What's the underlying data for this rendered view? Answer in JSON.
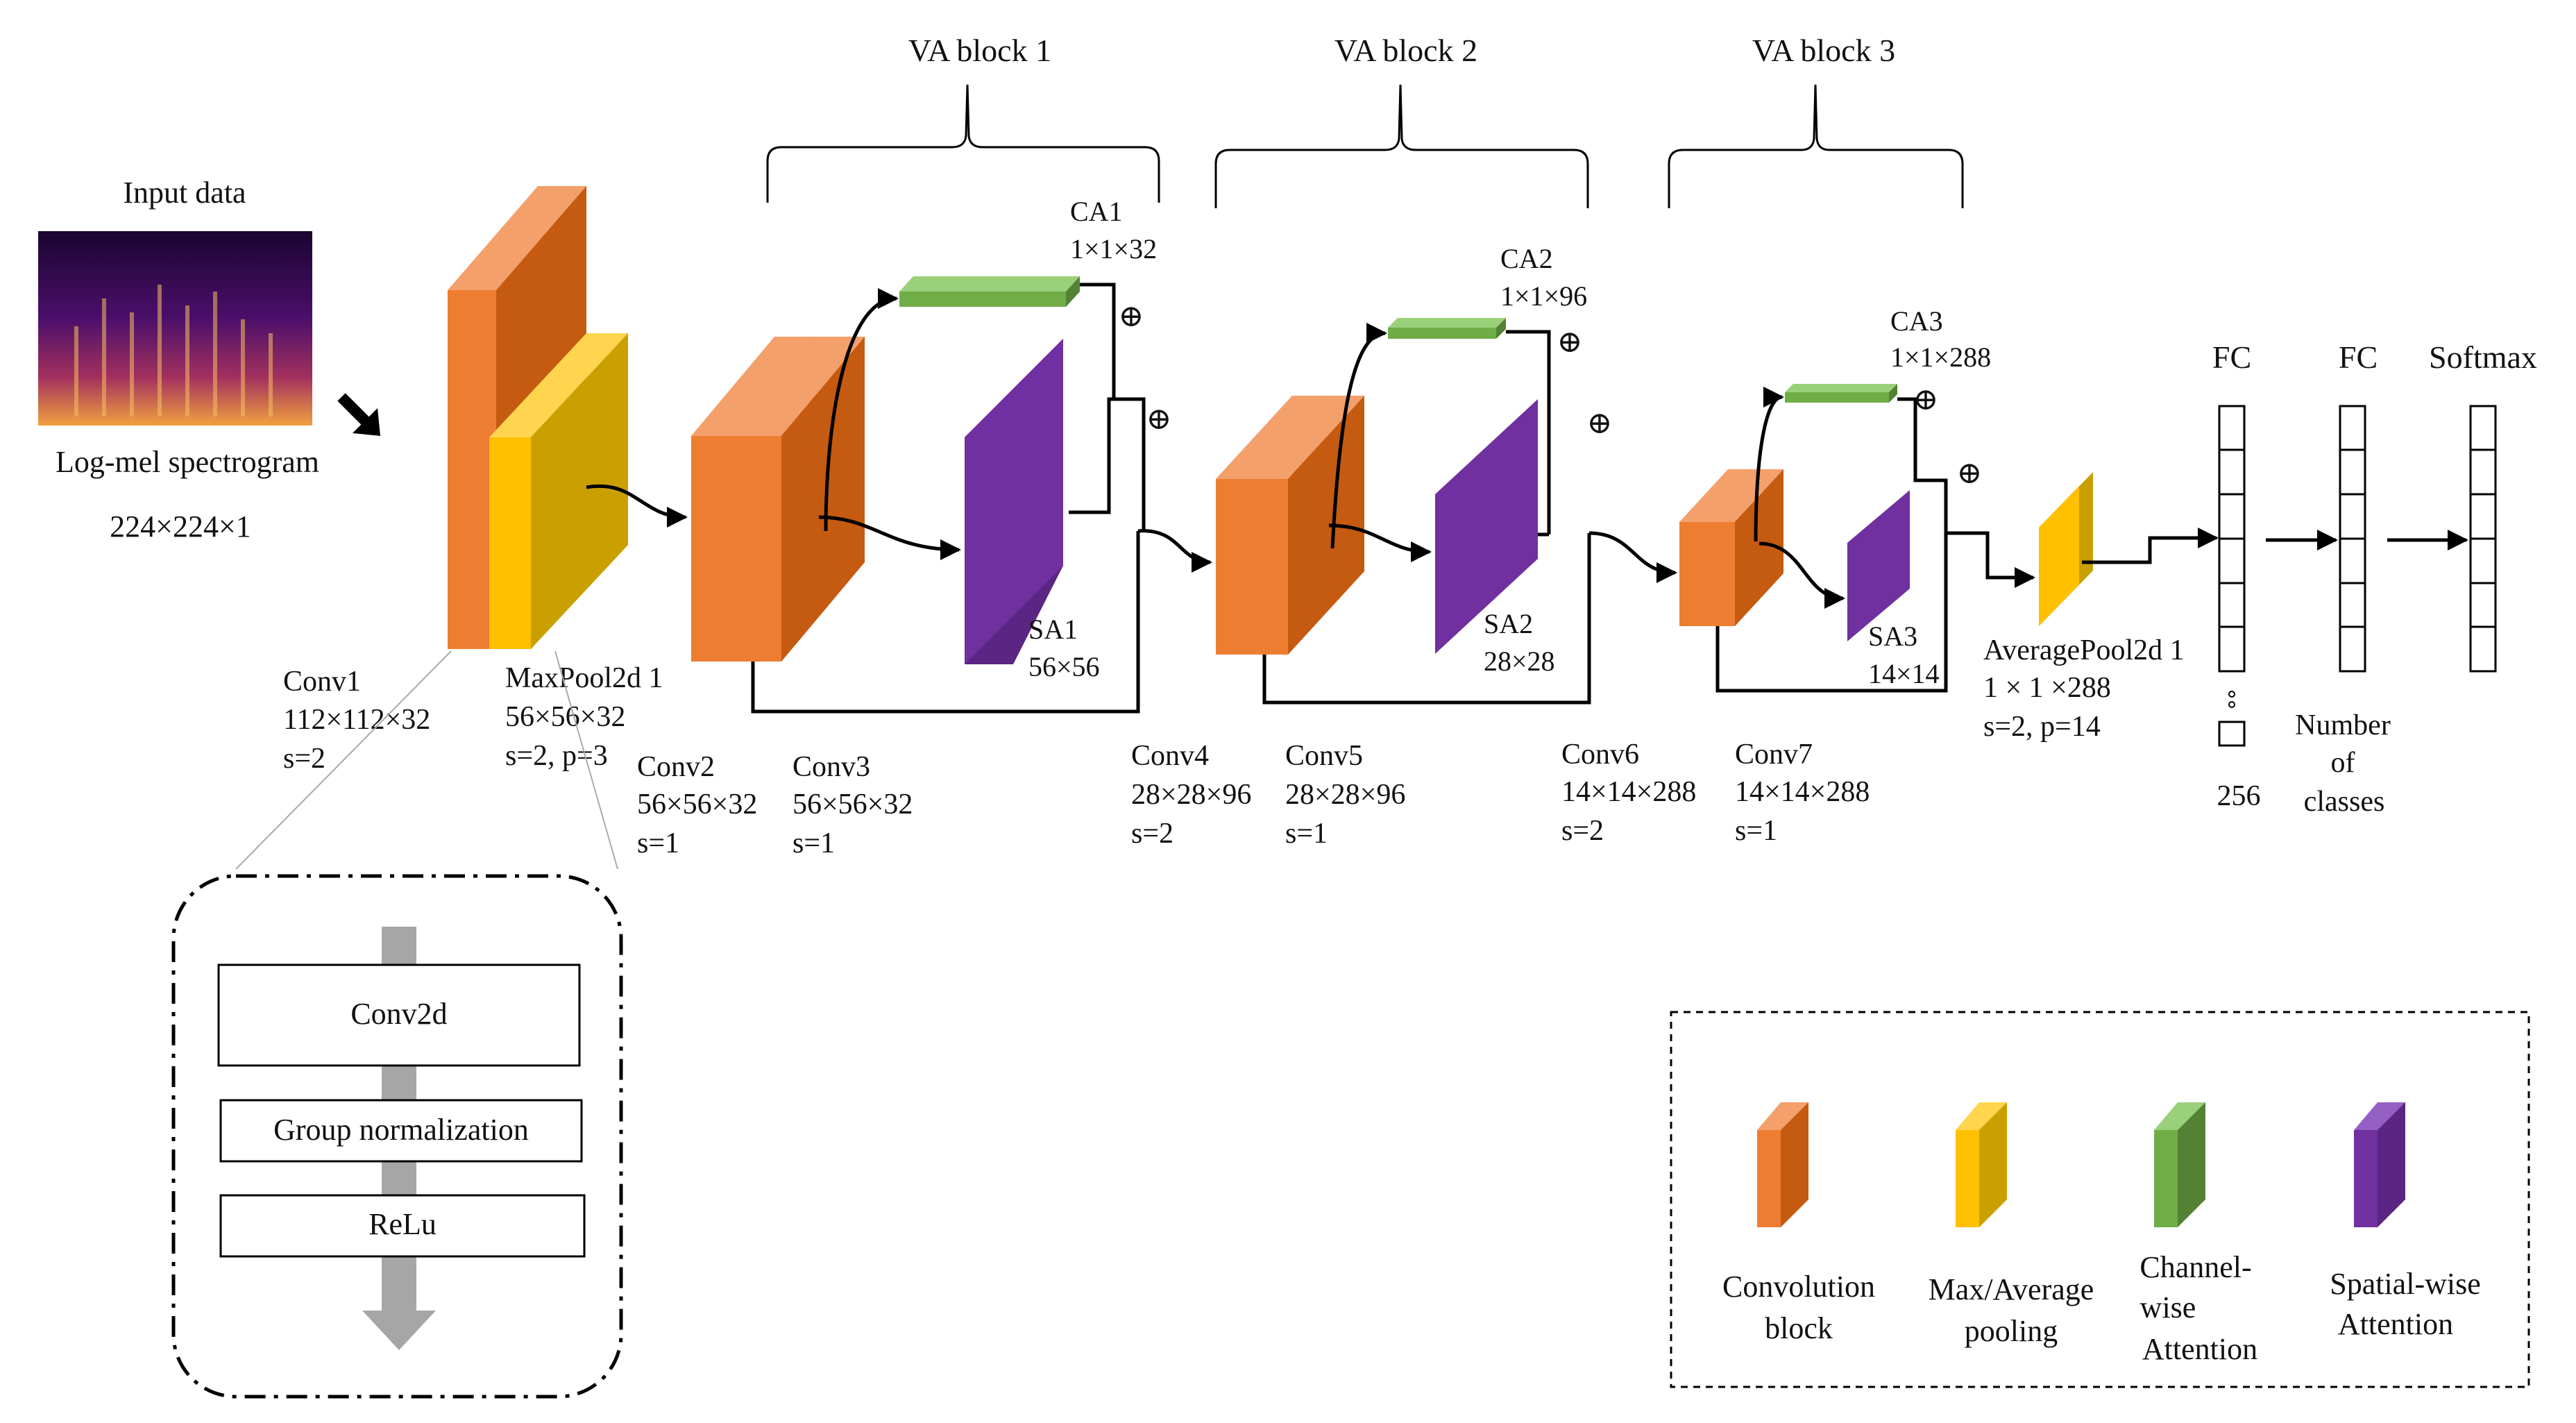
{
  "input": {
    "title": "Input data",
    "caption": "Log-mel spectrogram",
    "shape": "224×224×1"
  },
  "va_blocks": [
    "VA block 1",
    "VA block 2",
    "VA block 3"
  ],
  "layers": {
    "conv1": {
      "name": "Conv1",
      "shape": "112×112×32",
      "params": "s=2"
    },
    "maxpool": {
      "name": "MaxPool2d 1",
      "shape": "56×56×32",
      "params": "s=2, p=3"
    },
    "conv2": {
      "name": "Conv2",
      "shape": "56×56×32",
      "params": "s=1"
    },
    "conv3": {
      "name": "Conv3",
      "shape": "56×56×32",
      "params": "s=1"
    },
    "conv4": {
      "name": "Conv4",
      "shape": "28×28×96",
      "params": "s=2"
    },
    "conv5": {
      "name": "Conv5",
      "shape": "28×28×96",
      "params": "s=1"
    },
    "conv6": {
      "name": "Conv6",
      "shape": "14×14×288",
      "params": "s=2"
    },
    "conv7": {
      "name": "Conv7",
      "shape": "14×14×288",
      "params": "s=1"
    },
    "avgpool": {
      "name": "AveragePool2d 1",
      "shape": "1 × 1 ×288",
      "params": "s=2, p=14"
    }
  },
  "attention": {
    "ca1": {
      "name": "CA1",
      "shape": "1×1×32"
    },
    "sa1": {
      "name": "SA1",
      "shape": "56×56"
    },
    "ca2": {
      "name": "CA2",
      "shape": "1×1×96"
    },
    "sa2": {
      "name": "SA2",
      "shape": "28×28"
    },
    "ca3": {
      "name": "CA3",
      "shape": "1×1×288"
    },
    "sa3": {
      "name": "SA3",
      "shape": "14×14"
    }
  },
  "plus_symbol": "⊕",
  "head": {
    "fc1": "FC",
    "fc2": "FC",
    "softmax": "Softmax",
    "fc1_size": "256",
    "fc2_size": [
      "Number",
      "of",
      "classes"
    ]
  },
  "conv_detail": {
    "steps": [
      "Conv2d",
      "Group normalization",
      "ReLu"
    ]
  },
  "legend": [
    {
      "label": [
        "Convolution",
        "block"
      ],
      "color": "orange"
    },
    {
      "label": [
        "Max/Average",
        "pooling"
      ],
      "color": "yellow"
    },
    {
      "label": [
        "Channel-",
        "wise",
        "Attention"
      ],
      "color": "green"
    },
    {
      "label": [
        "Spatial-wise",
        "Attention"
      ],
      "color": "purple"
    }
  ],
  "colors": {
    "orange": {
      "front": "#ED7D31",
      "side": "#C55A11",
      "top": "#F4A06B"
    },
    "yellow": {
      "front": "#FFC000",
      "side": "#C9A000",
      "top": "#FFD54F"
    },
    "green": {
      "front": "#70AD47",
      "side": "#548235",
      "top": "#9BD07A"
    },
    "purple": {
      "front": "#7030A0",
      "side": "#5B2583",
      "top": "#9460C4"
    },
    "gray": "#A6A6A6",
    "line": "#000000"
  }
}
